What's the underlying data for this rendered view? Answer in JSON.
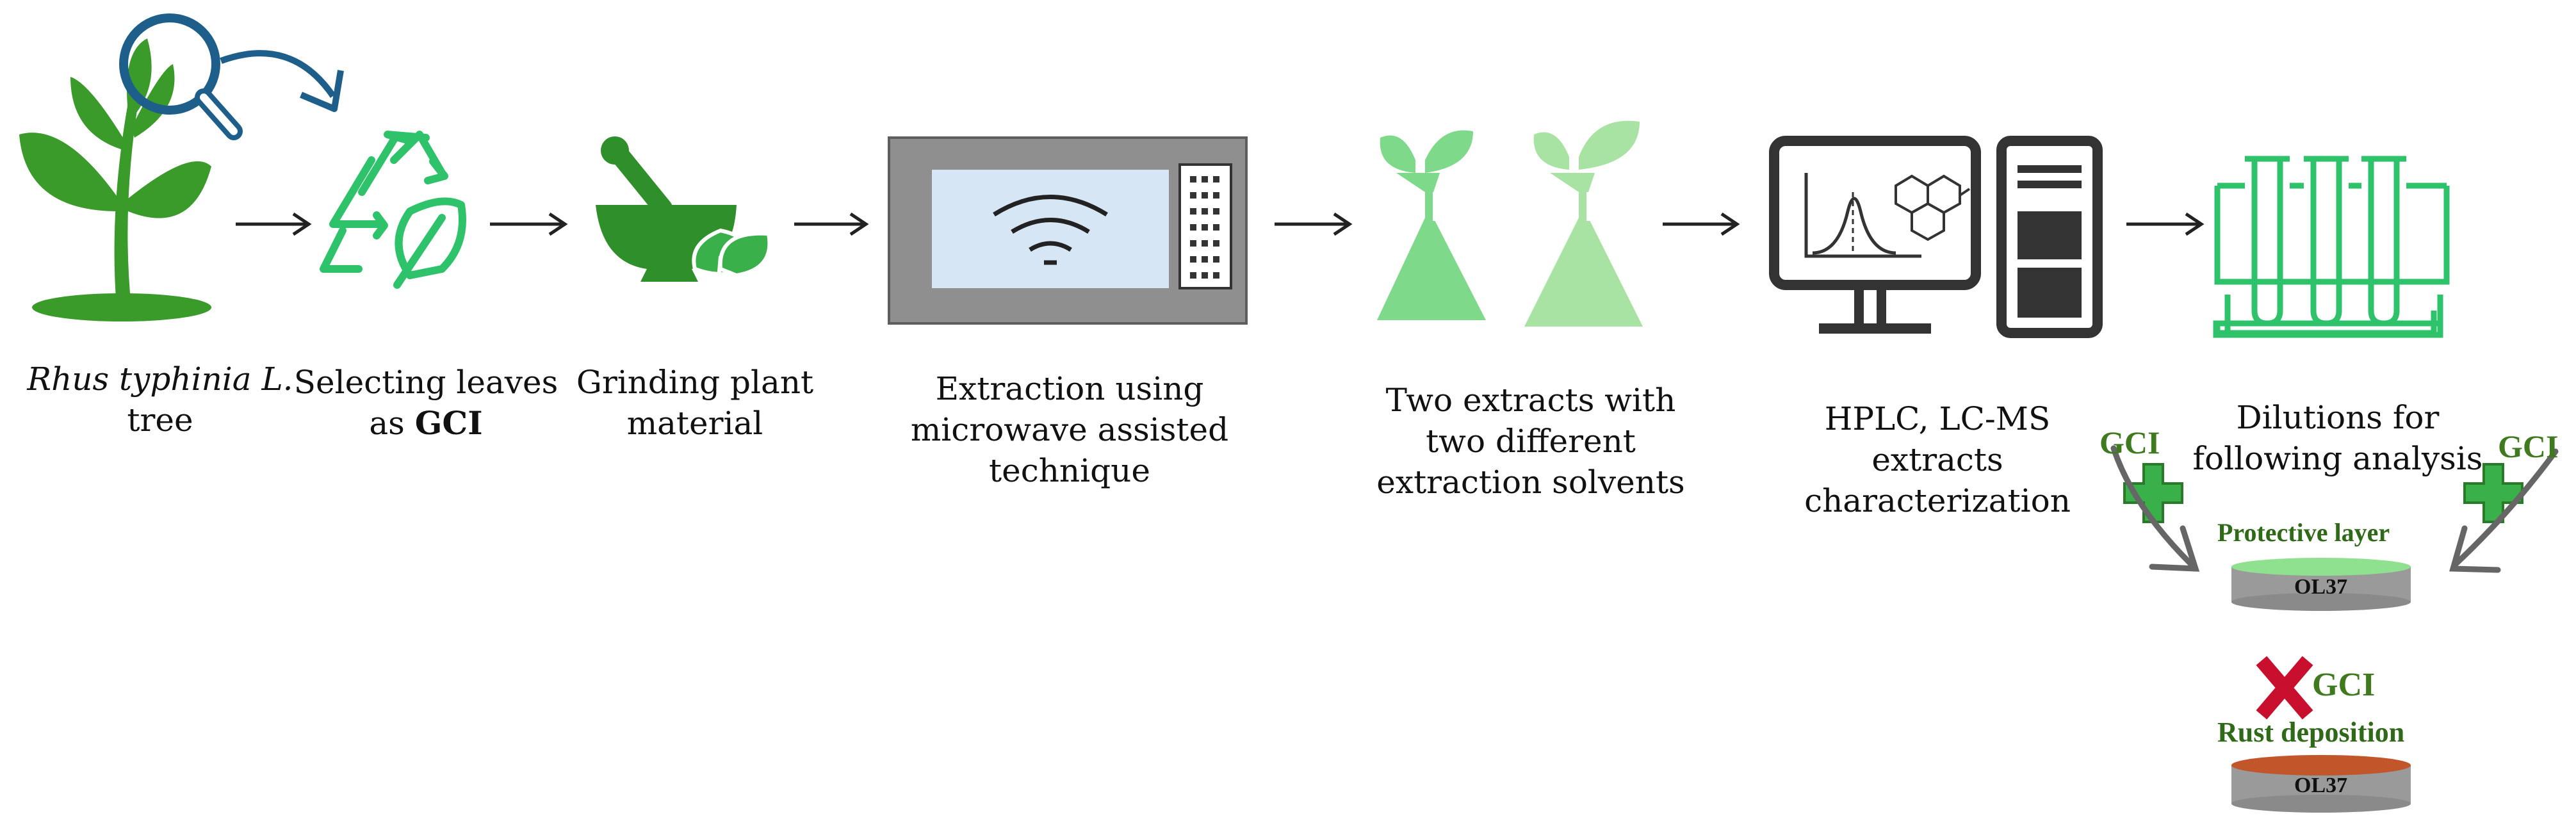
{
  "steps": [
    {
      "id": "tree",
      "name_italic": "Rhus typhinia L.",
      "name_rest": "tree"
    },
    {
      "id": "select",
      "line1": "Selecting leaves",
      "line2_prefix": "as ",
      "line2_bold": "GCI"
    },
    {
      "id": "grind",
      "line1": "Grinding plant",
      "line2": "material"
    },
    {
      "id": "extract",
      "line1": "Extraction using",
      "line2": "microwave assisted",
      "line3": "technique"
    },
    {
      "id": "two",
      "line1": "Two extracts with",
      "line2": "two different",
      "line3": "extraction solvents"
    },
    {
      "id": "hplc",
      "line1": "HPLC, LC-MS",
      "line2": "extracts",
      "line3": "characterization"
    },
    {
      "id": "dilute",
      "line1": "Dilutions for",
      "line2": "following analysis"
    }
  ],
  "inhibition": {
    "gci_left": "GCI",
    "gci_right": "GCI",
    "layer_label": "Protective layer",
    "specimen": "OL37"
  },
  "no_inhibition": {
    "gci": "GCI",
    "layer_label": "Rust deposition",
    "specimen": "OL37"
  },
  "colors": {
    "green_dark": "#3a9a2a",
    "green_light": "#7fd98a",
    "green_pale": "#a9e3a4",
    "outline_green": "#2ec36a",
    "blue": "#1d5e8a",
    "oven": "#8f8f8f",
    "screen": "#d6e6f5",
    "cross_red": "#c8102e",
    "rust": "#c0562a",
    "layer_green": "#8fe08f",
    "disk_gray": "#9a9a9a"
  }
}
